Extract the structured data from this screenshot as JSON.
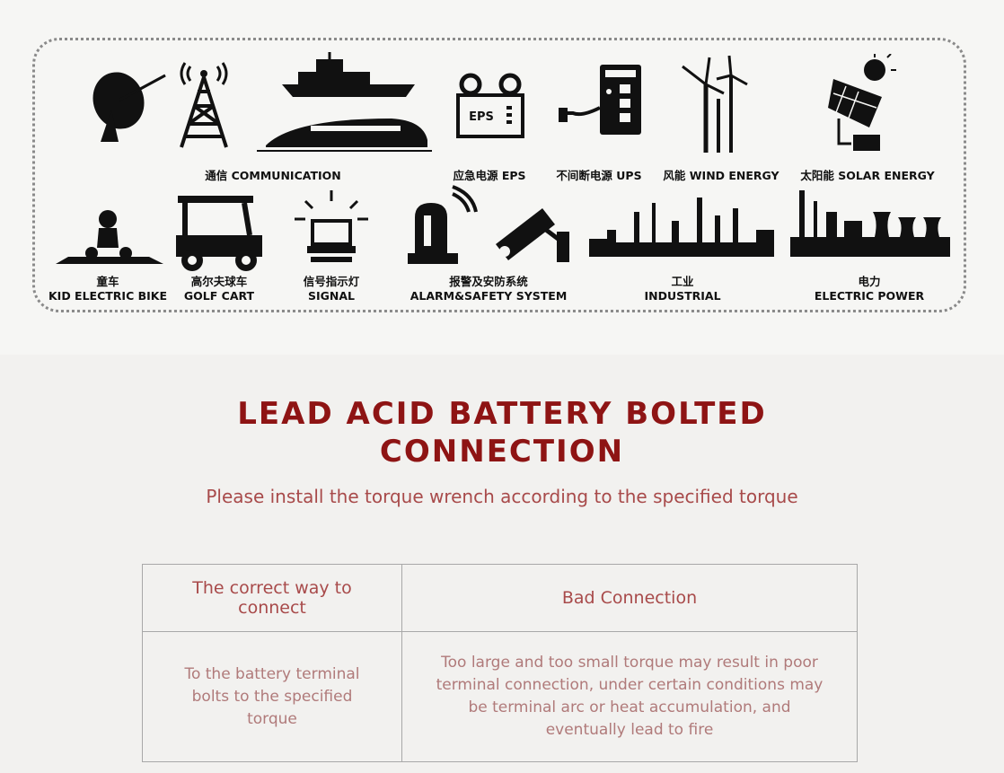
{
  "applications": {
    "row1": [
      {
        "id": "communication",
        "label": "通信 COMMUNICATION"
      },
      {
        "id": "eps",
        "label": "应急电源 EPS"
      },
      {
        "id": "ups",
        "label": "不间断电源 UPS"
      },
      {
        "id": "wind",
        "label": "风能 WIND ENERGY"
      },
      {
        "id": "solar",
        "label": "太阳能 SOLAR ENERGY"
      }
    ],
    "row2": [
      {
        "id": "kid-bike",
        "zh": "童车",
        "en": "KID ELECTRIC BIKE"
      },
      {
        "id": "golf-cart",
        "zh": "高尔夫球车",
        "en": "GOLF CART"
      },
      {
        "id": "signal",
        "zh": "信号指示灯",
        "en": "SIGNAL"
      },
      {
        "id": "alarm",
        "zh": "报警及安防系统",
        "en": "ALARM&SAFETY SYSTEM"
      },
      {
        "id": "industrial",
        "zh": "工业",
        "en": "INDUSTRIAL"
      },
      {
        "id": "electric-power",
        "zh": "电力",
        "en": "ELECTRIC POWER"
      }
    ],
    "eps_box_text": "EPS"
  },
  "section": {
    "title_line1": "LEAD ACID BATTERY BOLTED",
    "title_line2": "CONNECTION",
    "subtitle": "Please install the torque wrench according to the specified torque"
  },
  "table": {
    "headers": [
      "The correct way to connect",
      "Bad Connection"
    ],
    "row": [
      "To the battery terminal bolts to the specified torque",
      "Too large and too small torque may result in poor terminal connection, under certain conditions may be terminal arc or heat accumulation, and eventually lead to fire"
    ]
  },
  "colors": {
    "title": "#8e1414",
    "accent_text": "#a84a4a",
    "body_text": "#b07a7a",
    "border": "#a8a8a8"
  }
}
